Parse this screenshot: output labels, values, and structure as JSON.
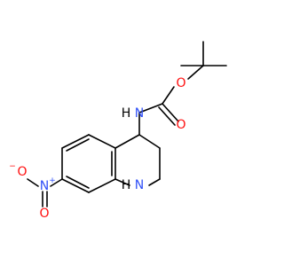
{
  "molecule": {
    "atoms": {
      "o_ether": "O",
      "o_carbonyl": "O",
      "n_amide": "N",
      "h_amide": "H",
      "n_nitro": "N",
      "o_nitro_single": "O",
      "o_nitro_double": "O",
      "n_ring": "N",
      "h_ring": "H",
      "plus_charge": "+",
      "minus_charge": "−"
    },
    "colors": {
      "bond": "#000000",
      "oxygen": "#ff0d0d",
      "nitrogen": "#3050f8",
      "hydrogen": "#000000"
    }
  }
}
